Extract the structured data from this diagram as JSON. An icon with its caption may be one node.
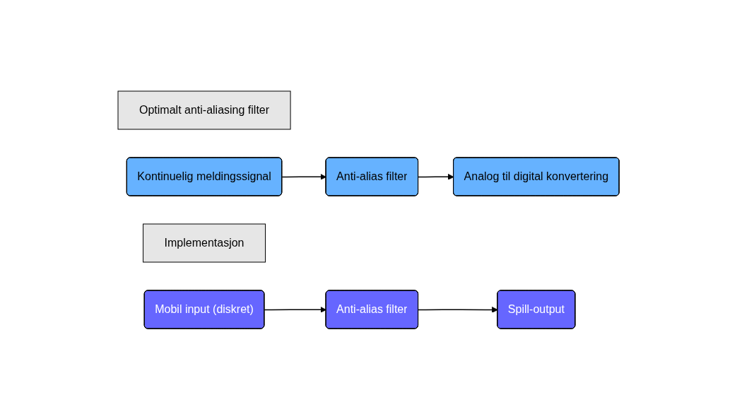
{
  "diagram": {
    "nodes": [
      {
        "text": [
          "Optimalt anti-aliasing filter"
        ]
      },
      {
        "text": [
          "Kontinuelig meldingssignal"
        ]
      },
      {
        "text": [
          "Anti-alias filter"
        ]
      },
      {
        "text": [
          "Analog til digital konvertering"
        ]
      },
      {
        "text": [
          "Implementasjon"
        ]
      },
      {
        "text": [
          "Mobil input (diskret)"
        ]
      },
      {
        "text": [
          "Anti-alias filter"
        ]
      },
      {
        "text": [
          "Spill-output"
        ]
      }
    ],
    "edges": [
      {
        "from": 1,
        "to": 2,
        "arrow": "to"
      },
      {
        "from": 2,
        "to": 3,
        "arrow": "to"
      },
      {
        "from": 5,
        "to": 6,
        "arrow": "to"
      },
      {
        "from": 6,
        "to": 7,
        "arrow": "to"
      }
    ]
  }
}
